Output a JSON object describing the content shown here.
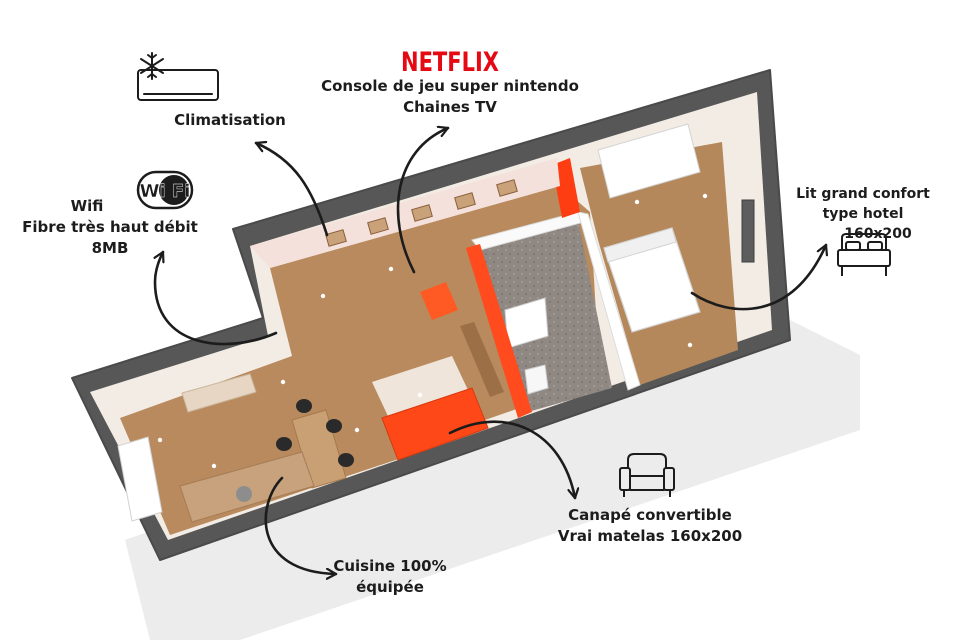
{
  "brand": {
    "text": "NETFLIX",
    "color": "#e50914"
  },
  "wifi_logo_text": "Wi Fi",
  "annotations": {
    "climatisation": [
      "Climatisation"
    ],
    "tv": [
      "Console de jeu super nintendo",
      "Chaines TV"
    ],
    "wifi": [
      "Wifi",
      "Fibre très haut débit",
      "8MB"
    ],
    "bed": [
      "Lit grand confort",
      "type hotel",
      "160x200"
    ],
    "sofa": [
      "Canapé convertible",
      "Vrai matelas 160x200"
    ],
    "kitchen": [
      "Cuisine 100%",
      "équipée"
    ]
  },
  "colors": {
    "wall_outer": "#555555",
    "wall_inner": "#f4efe9",
    "floor_wood": "#b98b5e",
    "floor_tile": "#8d8681",
    "accent_orange": "#ff4a1c",
    "text": "#1c1c1c"
  },
  "icons": [
    "air-conditioner-icon",
    "snowflake-icon",
    "wifi-logo-icon",
    "bed-icon",
    "sofa-icon",
    "arrow-icon"
  ]
}
